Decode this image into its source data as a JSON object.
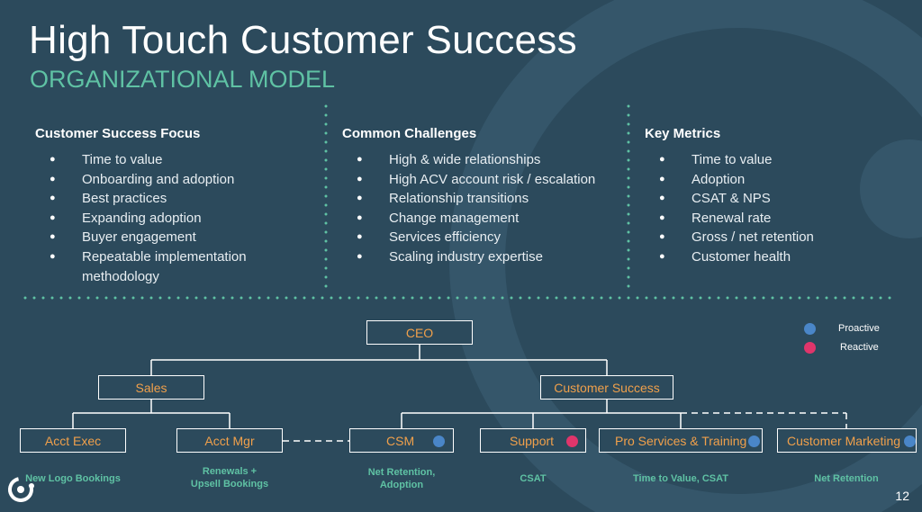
{
  "slide": {
    "title": "High Touch Customer Success",
    "subtitle": "ORGANIZATIONAL MODEL",
    "page_number": "12"
  },
  "columns": [
    {
      "heading": "Customer Success Focus",
      "items": [
        "Time to value",
        "Onboarding and adoption",
        "Best practices",
        "Expanding adoption",
        "Buyer engagement",
        "Repeatable implementation methodology"
      ]
    },
    {
      "heading": "Common Challenges",
      "items": [
        "High & wide relationships",
        "High ACV account risk / escalation",
        "Relationship transitions",
        "Change management",
        "Services efficiency",
        "Scaling industry expertise"
      ]
    },
    {
      "heading": "Key Metrics",
      "items": [
        "Time to value",
        "Adoption",
        "CSAT & NPS",
        "Renewal rate",
        "Gross / net retention",
        "Customer health"
      ]
    }
  ],
  "legend": {
    "proactive": "Proactive",
    "reactive": "Reactive",
    "proactive_color": "#4a86c8",
    "reactive_color": "#e0356b"
  },
  "org": {
    "ceo": "CEO",
    "sales": "Sales",
    "customer_success": "Customer Success",
    "acct_exec": "Acct Exec",
    "acct_mgr": "Acct Mgr",
    "csm": "CSM",
    "support": "Support",
    "pro_services": "Pro Services & Training",
    "customer_marketing": "Customer Marketing"
  },
  "metrics_labels": {
    "acct_exec": "New Logo Bookings",
    "acct_mgr": "Renewals +\nUpsell Bookings",
    "csm": "Net Retention,\nAdoption",
    "support": "CSAT",
    "pro_services": "Time to Value, CSAT",
    "customer_marketing": "Net Retention"
  }
}
